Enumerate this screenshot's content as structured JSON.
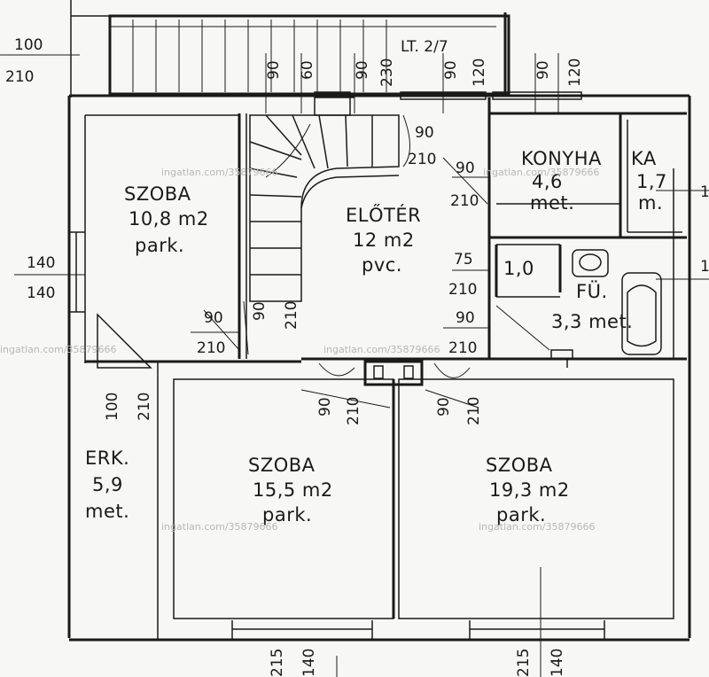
{
  "rooms": {
    "szoba_left": {
      "name": "SZOBA",
      "area": "10,8 m2",
      "floor": "park."
    },
    "eloter": {
      "name": "ELŐTÉR",
      "area": "12 m2",
      "floor": "pvc."
    },
    "konyha": {
      "name": "KONYHA",
      "area": "4,6",
      "floor": "met."
    },
    "kamra": {
      "name": "KA",
      "area": "1,7",
      "floor": "m."
    },
    "wc": {
      "name": "1,0"
    },
    "furdo": {
      "name": "FÜ.",
      "area": "3,3 met."
    },
    "erkely": {
      "name": "ERK.",
      "area": "5,9",
      "floor": "met."
    },
    "szoba_mid": {
      "name": "SZOBA",
      "area": "15,5 m2",
      "floor": "park."
    },
    "szoba_right": {
      "name": "SZOBA",
      "area": "19,3 m2",
      "floor": "park."
    }
  },
  "stair_note": "LT. 2/7",
  "dimensions": {
    "topleft_num": "100",
    "topleft_den": "210",
    "top_90a": "90",
    "top_60": "60",
    "top_90b": "90",
    "top_230": "230",
    "top_90c": "90",
    "top_120a": "120",
    "top_90d": "90",
    "top_120b": "120",
    "hall_90_1": "90",
    "hall_210_1": "210",
    "hall_90_2": "90",
    "hall_210_2": "210",
    "hall_75": "75",
    "hall_210_3": "210",
    "hall_90_3": "90",
    "hall_210_4": "210",
    "left_140a": "140",
    "left_140b": "140",
    "ld_90": "90",
    "ld_210": "210",
    "vd_90": "90",
    "vd_210": "210",
    "erk_100": "100",
    "erk_210": "210",
    "mid_90": "90",
    "mid_210": "210",
    "right_90": "90",
    "right_210": "210",
    "bot_215a": "215",
    "bot_140a": "140",
    "bot_215b": "215",
    "bot_140b": "140",
    "edge_1a": "1",
    "edge_1b": "1"
  },
  "watermark": "ingatlan.com/35879666"
}
